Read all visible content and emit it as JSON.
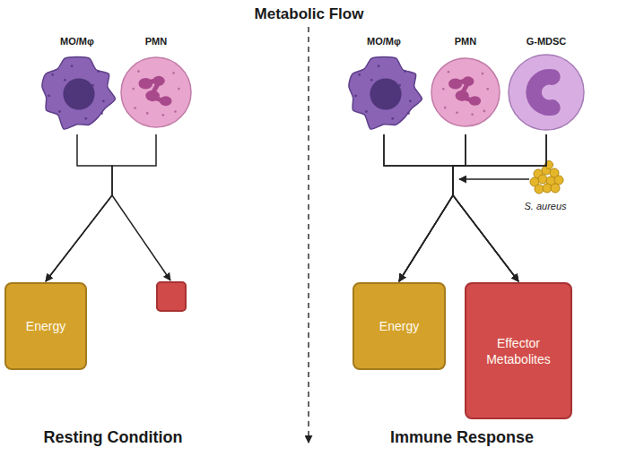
{
  "diagram": {
    "title": "Metabolic Flow",
    "nodes": [
      {
        "text": [
          "MO/Mφ"
        ]
      },
      {
        "text": [
          "PMN"
        ]
      },
      {
        "text": [
          "MO/Mφ"
        ]
      },
      {
        "text": [
          "PMN"
        ]
      },
      {
        "text": [
          "G-MDSC"
        ]
      },
      {
        "text": [
          "Energy"
        ]
      },
      {
        "text": [
          "Energy"
        ]
      },
      {
        "text": [
          "Effector Metabolites"
        ]
      }
    ],
    "edges": [
      {
        "from": 0,
        "to": 5,
        "arrow": "to"
      },
      {
        "from": 1,
        "to": 5,
        "arrow": "to"
      },
      {
        "from": 2,
        "to": 6,
        "arrow": "to"
      },
      {
        "from": 3,
        "to": 6,
        "arrow": "to"
      },
      {
        "from": 4,
        "to": 6,
        "arrow": "to"
      },
      {
        "from": 2,
        "to": 7,
        "arrow": "to"
      },
      {
        "from": 3,
        "to": 7,
        "arrow": "to"
      },
      {
        "from": 4,
        "to": 7,
        "arrow": "to"
      }
    ],
    "labels": [
      "S. aureus",
      "Resting Condition",
      "Immune Response"
    ]
  }
}
